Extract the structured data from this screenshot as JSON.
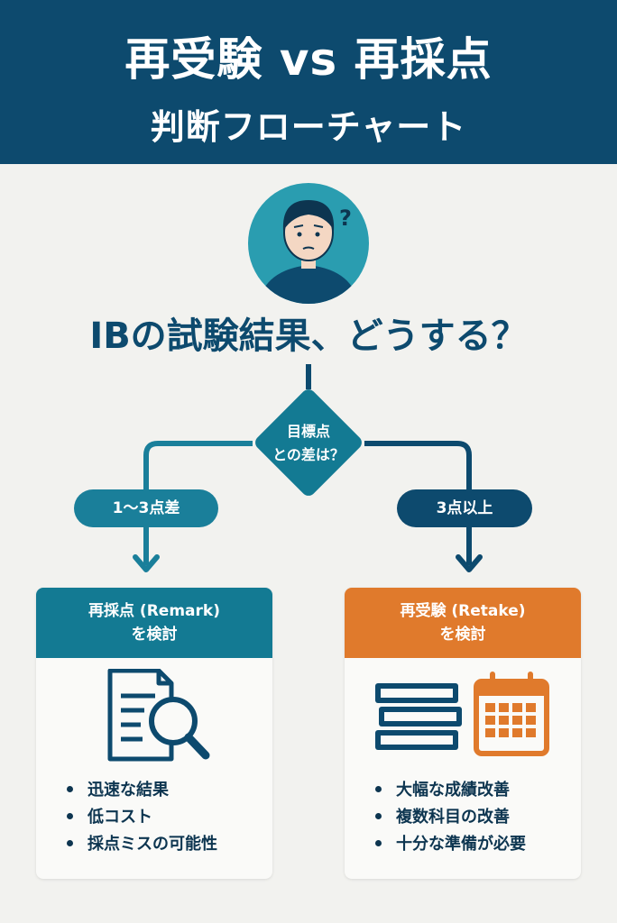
{
  "header": {
    "title": "再受験 vs 再採点",
    "subtitle": "判断フローチャート"
  },
  "question": "IBの試験結果、どうする？",
  "decision": {
    "line1": "目標点",
    "line2": "との差は？"
  },
  "branches": {
    "left_label": "1〜3点差",
    "right_label": "3点以上"
  },
  "cards": {
    "left": {
      "title": "再採点 (Remark)",
      "subtitle": "を検討",
      "icon": "document-search-icon",
      "bullets": [
        "迅速な結果",
        "低コスト",
        "採点ミスの可能性"
      ]
    },
    "right": {
      "title": "再受験 (Retake)",
      "subtitle": "を検討",
      "icon": "books-calendar-icon",
      "bullets": [
        "大幅な成績改善",
        "複数科目の改善",
        "十分な準備が必要"
      ]
    }
  },
  "colors": {
    "navy": "#0d4a6e",
    "teal": "#137a93",
    "orange": "#e07a2c",
    "background": "#f2f2ef"
  }
}
